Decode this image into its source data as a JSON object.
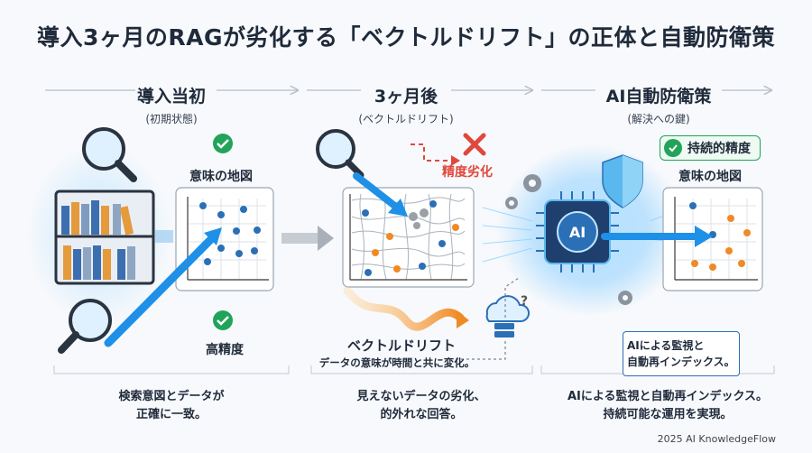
{
  "title": "導入3ヶ月のRAGが劣化する「ベクトルドリフト」の正体と自動防衛策",
  "sections": [
    {
      "title": "導入当初",
      "subtitle": "(初期状態)",
      "footer_line1": "検索意図とデータが",
      "footer_line2": "正確に一致。"
    },
    {
      "title": "3ヶ月後",
      "subtitle": "(ベクトルドリフト)",
      "footer_line1": "見えないデータの劣化、",
      "footer_line2": "的外れな回答。"
    },
    {
      "title": "AI自動防衛策",
      "subtitle": "(解決への鍵)",
      "footer_line1": "AIによる監視と自動再インデックス。",
      "footer_line2": "持続可能な運用を実現。"
    }
  ],
  "labels": {
    "meaning_map_1": "意味の地図",
    "high_precision": "高精度",
    "precision_degradation": "精度劣化",
    "drift_title": "ベクトルドリフト",
    "drift_desc": "データの意味が時間と共に変化。",
    "sustained_precision": "持続的精度",
    "meaning_map_2": "意味の地図",
    "callout_line1": "AIによる監視と",
    "callout_line2": "自動再インデックス。",
    "ai_chip": "AI"
  },
  "copyright": "2025 AI KnowledgeFlow",
  "colors": {
    "primary": "#2b6fb6",
    "accent_blue": "#1e90e8",
    "green": "#22a35a",
    "red": "#e0483c",
    "orange": "#f08a24"
  }
}
